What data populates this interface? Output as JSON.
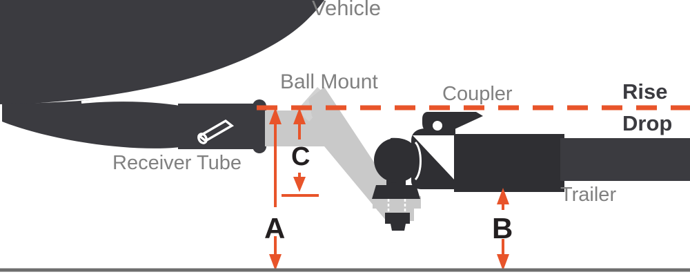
{
  "diagram": {
    "title": "Trailer Hitch Rise and Drop Measurement Diagram",
    "colors": {
      "accent_orange": "#E8542A",
      "body_dark": "#3b3b40",
      "ball_mount_gray": "#c9c9c9",
      "label_gray": "#808080",
      "ground_gray": "#6e6e6e",
      "background": "#ffffff"
    },
    "labels": {
      "vehicle": "Vehicle",
      "ball_mount": "Ball Mount",
      "coupler": "Coupler",
      "receiver_tube": "Receiver Tube",
      "trailer": "Trailer",
      "rise": "Rise",
      "drop": "Drop"
    },
    "dimensions": {
      "a": "A",
      "b": "B",
      "c": "C"
    },
    "reference_line": {
      "name": "hitch-level-dashed-line",
      "style": "dashed",
      "color": "#E8542A"
    },
    "ground_line": {
      "name": "ground-line",
      "color": "#6e6e6e"
    }
  }
}
